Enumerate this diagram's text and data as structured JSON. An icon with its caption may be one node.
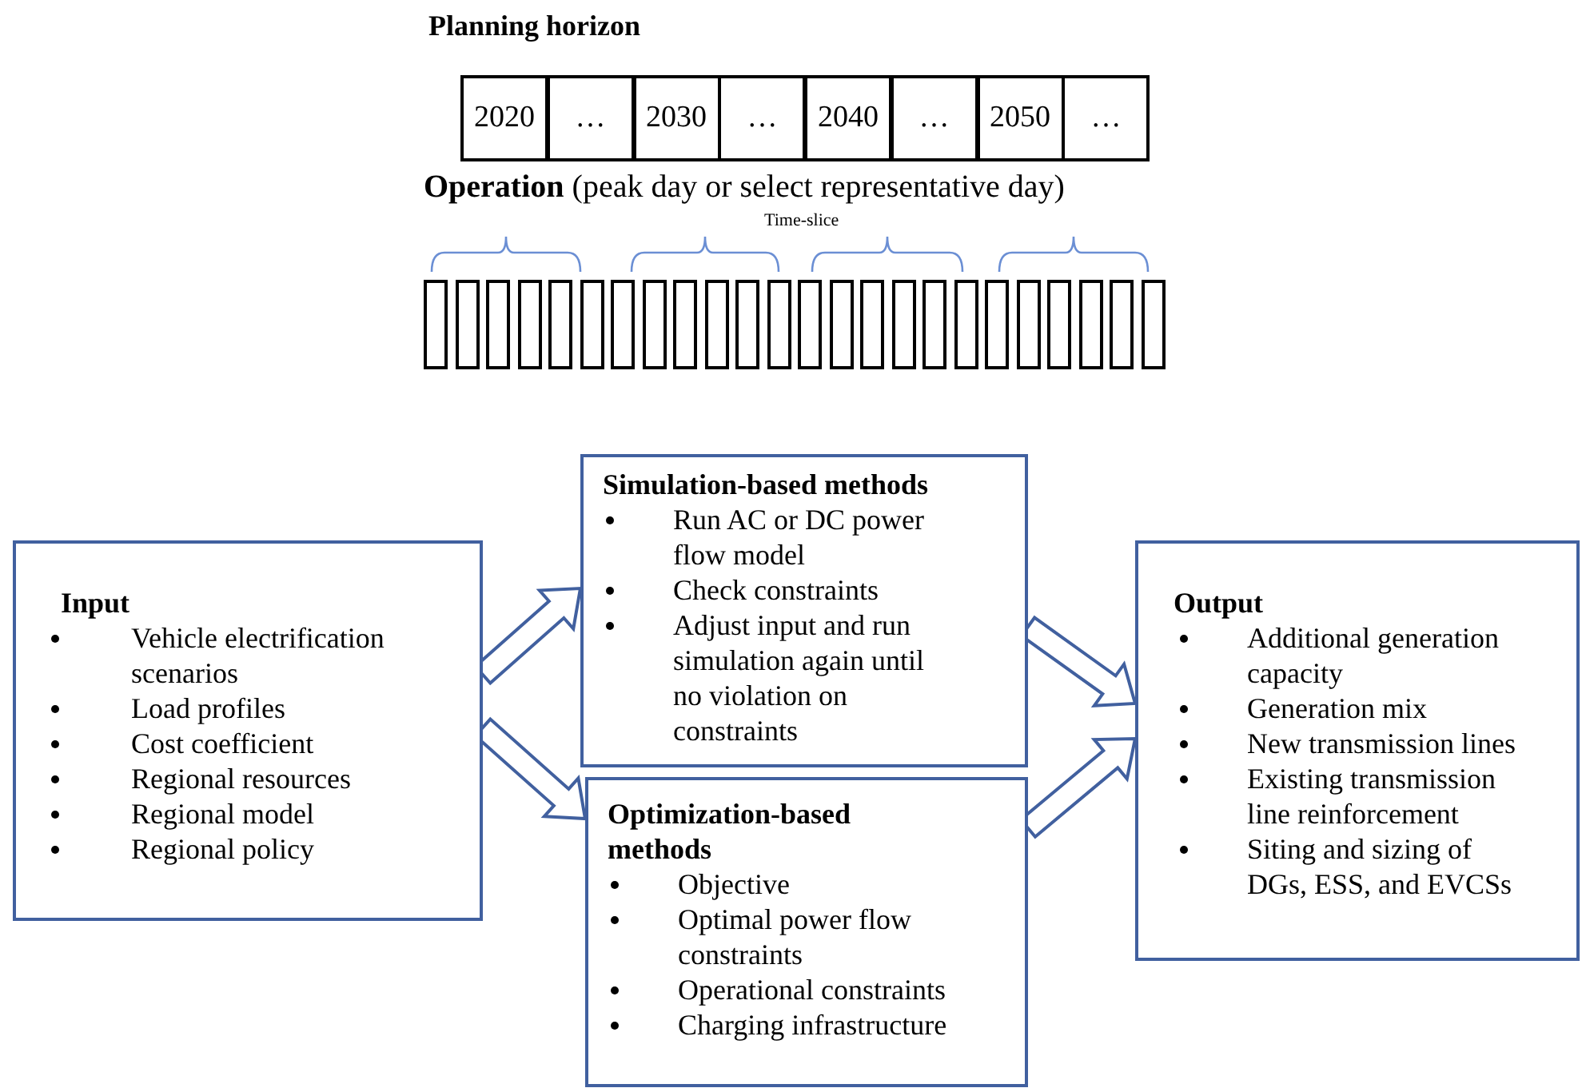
{
  "diagram": {
    "nodes": [
      {
        "text": [
          "2020"
        ]
      },
      {
        "text": [
          "…"
        ]
      },
      {
        "text": [
          "2030"
        ]
      },
      {
        "text": [
          "…"
        ]
      },
      {
        "text": [
          "2040"
        ]
      },
      {
        "text": [
          "…"
        ]
      },
      {
        "text": [
          "2050"
        ]
      },
      {
        "text": [
          "…"
        ]
      },
      {
        "text": [],
        "shape": "box"
      },
      {
        "text": [],
        "shape": "box"
      },
      {
        "text": [],
        "shape": "box"
      },
      {
        "text": [],
        "shape": "box"
      },
      {
        "text": [],
        "shape": "box"
      },
      {
        "text": [],
        "shape": "box"
      },
      {
        "text": [],
        "shape": "box"
      },
      {
        "text": [],
        "shape": "box"
      },
      {
        "text": [],
        "shape": "box"
      },
      {
        "text": [],
        "shape": "box"
      },
      {
        "text": [],
        "shape": "box"
      },
      {
        "text": [],
        "shape": "box"
      },
      {
        "text": [],
        "shape": "box"
      },
      {
        "text": [],
        "shape": "box"
      },
      {
        "text": [],
        "shape": "box"
      },
      {
        "text": [],
        "shape": "box"
      },
      {
        "text": [],
        "shape": "box"
      },
      {
        "text": [],
        "shape": "box"
      },
      {
        "text": [],
        "shape": "box"
      },
      {
        "text": [],
        "shape": "box"
      },
      {
        "text": [],
        "shape": "box"
      },
      {
        "text": [],
        "shape": "box"
      },
      {
        "text": [],
        "shape": "box"
      },
      {
        "text": [],
        "shape": "box"
      },
      {
        "text": [
          "Input",
          "Vehicle electrification scenarios",
          "Load profiles",
          "Cost coefficient",
          "Regional resources",
          "Regional model",
          "Regional policy"
        ]
      },
      {
        "text": [
          "Simulation-based methods",
          "Run AC or DC power flow model",
          "Check constraints",
          "Adjust input and run simulation again until no violation on constraints"
        ]
      },
      {
        "text": [
          "Optimization-based methods",
          "Objective",
          "Optimal power flow constraints",
          "Operational constraints",
          "Charging infrastructure"
        ]
      },
      {
        "text": [
          "Output",
          "Additional generation capacity",
          "Generation mix",
          "New transmission lines",
          "Existing transmission line reinforcement",
          "Siting and sizing of DGs, ESS, and EVCSs"
        ]
      }
    ],
    "edges": [
      {
        "from": 32,
        "to": 33,
        "arrow": "to"
      },
      {
        "from": 32,
        "to": 34,
        "arrow": "to"
      },
      {
        "from": 33,
        "to": 35,
        "arrow": "to"
      },
      {
        "from": 34,
        "to": 35,
        "arrow": "to"
      }
    ],
    "labels": [
      "Planning horizon",
      "**Operation** (peak day or select representative day)",
      "Time-slice"
    ]
  }
}
